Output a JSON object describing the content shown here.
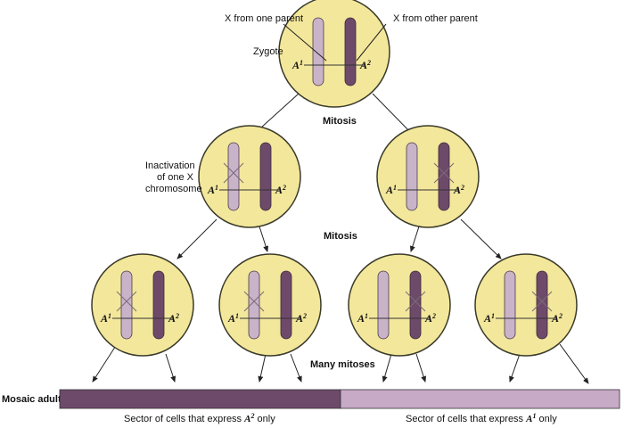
{
  "labels": {
    "x_one_parent": "X from one parent",
    "x_other_parent": "X from other parent",
    "zygote": "Zygote",
    "mitosis_1": "Mitosis",
    "inactivation_line1": "Inactivation",
    "inactivation_line2": "of one X",
    "inactivation_line3": "chromosome",
    "mitosis_2": "Mitosis",
    "many_mitoses": "Many mitoses",
    "mosaic_adult": "Mosaic adult",
    "sector_a2_prefix": "Sector of cells that express ",
    "sector_a2_allele": "A",
    "sector_a2_sup": "2",
    "sector_a2_suffix": " only",
    "sector_a1_prefix": "Sector of cells that express ",
    "sector_a1_allele": "A",
    "sector_a1_sup": "1",
    "sector_a1_suffix": " only"
  },
  "alleles": {
    "a1_letter": "A",
    "a1_sup": "1",
    "a2_letter": "A",
    "a2_sup": "2"
  },
  "colors": {
    "cell_fill": "#f3e79b",
    "cell_stroke": "#3a3a2a",
    "light_chromosome": "#c9b3c9",
    "dark_chromosome": "#6e4a6a",
    "a2_sector": "#6e4a6a",
    "a1_sector": "#c6aac6"
  },
  "cells": [
    {
      "id": "zygote",
      "inactivated": "none"
    },
    {
      "id": "gen1-left",
      "inactivated": "light"
    },
    {
      "id": "gen1-right",
      "inactivated": "dark"
    },
    {
      "id": "gen2-1",
      "inactivated": "light"
    },
    {
      "id": "gen2-2",
      "inactivated": "light"
    },
    {
      "id": "gen2-3",
      "inactivated": "dark"
    },
    {
      "id": "gen2-4",
      "inactivated": "dark"
    }
  ]
}
